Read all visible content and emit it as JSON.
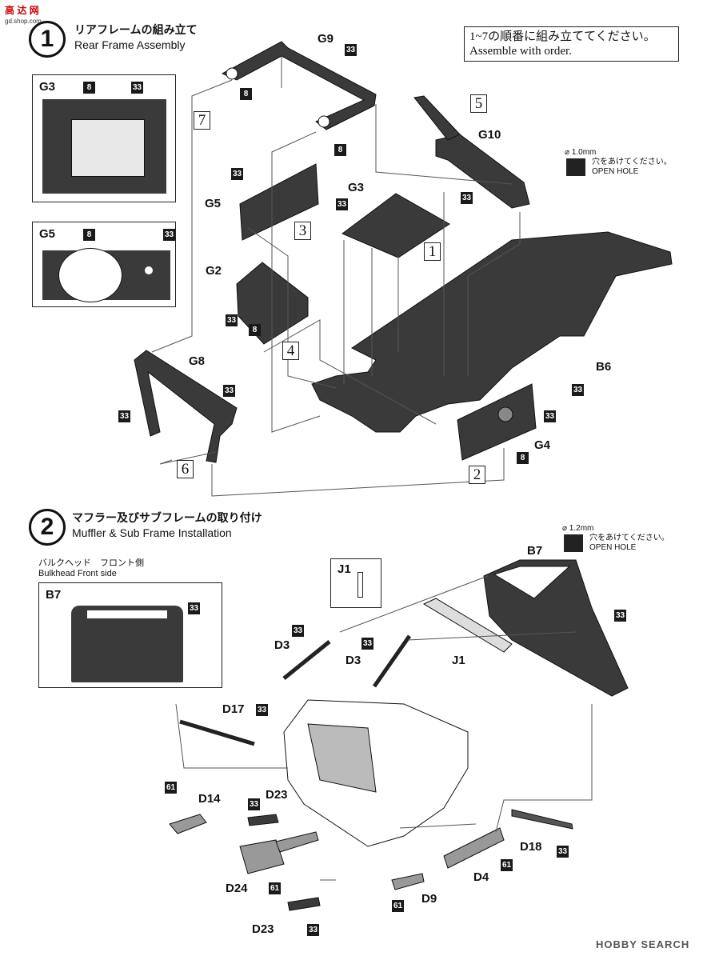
{
  "watermark_top": {
    "chars": [
      "高",
      "达",
      "网"
    ],
    "url": "gd.shop.com"
  },
  "step1": {
    "number": "1",
    "title_jp": "リアフレームの組み立て",
    "title_en": "Rear Frame Assembly"
  },
  "step2": {
    "number": "2",
    "title_jp": "マフラー及びサブフレームの取り付け",
    "title_en": "Muffler & Sub Frame Installation"
  },
  "order_note": {
    "jp": "1~7の順番に組み立ててください。",
    "en": "Assemble with order."
  },
  "hole1": {
    "size": "⌀ 1.0mm",
    "jp": "穴をあけてください。",
    "en": "OPEN HOLE"
  },
  "hole2": {
    "size": "⌀ 1.2mm",
    "jp": "穴をあけてください。",
    "en": "OPEN HOLE"
  },
  "inset_g3": {
    "label": "G3",
    "paint_a": "8",
    "paint_b": "33"
  },
  "inset_g5": {
    "label": "G5",
    "paint_a": "8",
    "paint_b": "33"
  },
  "inset_b7": {
    "caption_jp": "バルクヘッド　フロント側",
    "caption_en": "Bulkhead Front side",
    "label": "B7",
    "paint": "33"
  },
  "inset_j1": {
    "label": "J1"
  },
  "seq": [
    "1",
    "2",
    "3",
    "4",
    "5",
    "6",
    "7"
  ],
  "parts": {
    "g9": "G9",
    "g10": "G10",
    "g3": "G3",
    "g5": "G5",
    "g2": "G2",
    "g8": "G8",
    "b6": "B6",
    "g4": "G4",
    "b7": "B7",
    "d3a": "D3",
    "d3b": "D3",
    "j1": "J1",
    "d17": "D17",
    "d14": "D14",
    "d23a": "D23",
    "d23b": "D23",
    "d24": "D24",
    "d18": "D18",
    "d4": "D4",
    "d9": "D9"
  },
  "paint_codes": {
    "p8": "8",
    "p33": "33",
    "p61": "61"
  },
  "watermark_bottom": {
    "brand": "HOBBY SEARCH"
  }
}
